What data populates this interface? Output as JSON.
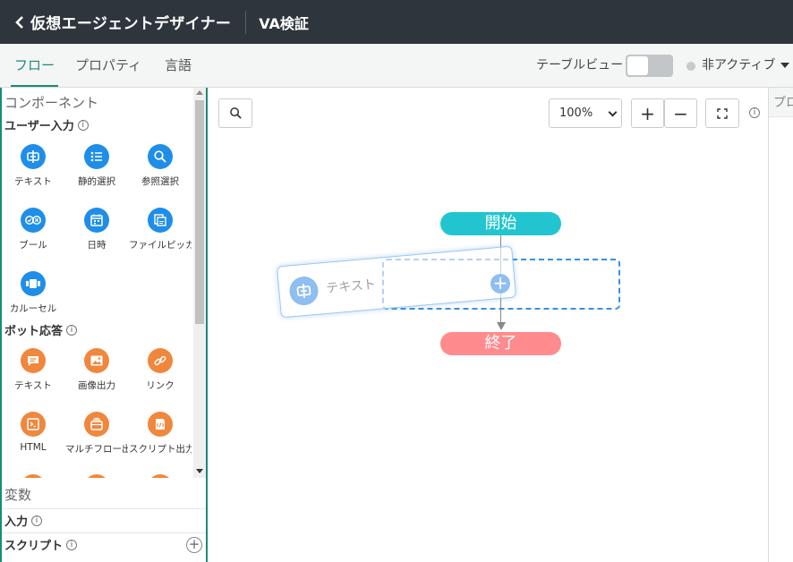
{
  "header": {
    "app_title": "仮想エージェントデザイナー",
    "flow_name": "VA検証"
  },
  "tabs": [
    {
      "label": "フロー",
      "active": true
    },
    {
      "label": "プロパティ",
      "active": false
    },
    {
      "label": "言語",
      "active": false
    }
  ],
  "toolbar": {
    "table_view_label": "テーブルビュー",
    "table_view_on": false,
    "status_label": "非アクティブ"
  },
  "components": {
    "title": "コンポーネント",
    "user_input": {
      "header": "ユーザー入力",
      "items": [
        {
          "label": "テキスト",
          "icon": "text-input-icon"
        },
        {
          "label": "静的選択",
          "icon": "list-icon"
        },
        {
          "label": "参照選択",
          "icon": "search-icon"
        },
        {
          "label": "ブール",
          "icon": "boolean-icon"
        },
        {
          "label": "日時",
          "icon": "calendar-icon"
        },
        {
          "label": "ファイルピッカー",
          "icon": "file-picker-icon"
        },
        {
          "label": "カルーセル",
          "icon": "carousel-icon"
        }
      ]
    },
    "bot_response": {
      "header": "ボット応答",
      "items": [
        {
          "label": "テキスト",
          "icon": "message-icon"
        },
        {
          "label": "画像出力",
          "icon": "image-icon"
        },
        {
          "label": "リンク",
          "icon": "link-icon"
        },
        {
          "label": "HTML",
          "icon": "html-icon"
        },
        {
          "label": "マルチフロー出力",
          "icon": "multiflow-icon"
        },
        {
          "label": "スクリプト出力",
          "icon": "script-output-icon"
        }
      ]
    }
  },
  "variables": {
    "title": "変数",
    "rows": [
      {
        "label": "入力"
      },
      {
        "label": "スクリプト"
      }
    ]
  },
  "canvas": {
    "zoom": "100%",
    "zoom_in": "+",
    "zoom_out": "−",
    "start_label": "開始",
    "end_label": "終了",
    "drag_label": "テキスト"
  },
  "right_panel": {
    "title": "プロパティ"
  },
  "colors": {
    "header_bg": "#2f353d",
    "accent": "#1a8c76",
    "input_blue": "#1f8ee8",
    "response_orange": "#f0873d",
    "start_node": "#22c5cf",
    "end_node": "#ff8b8e"
  }
}
